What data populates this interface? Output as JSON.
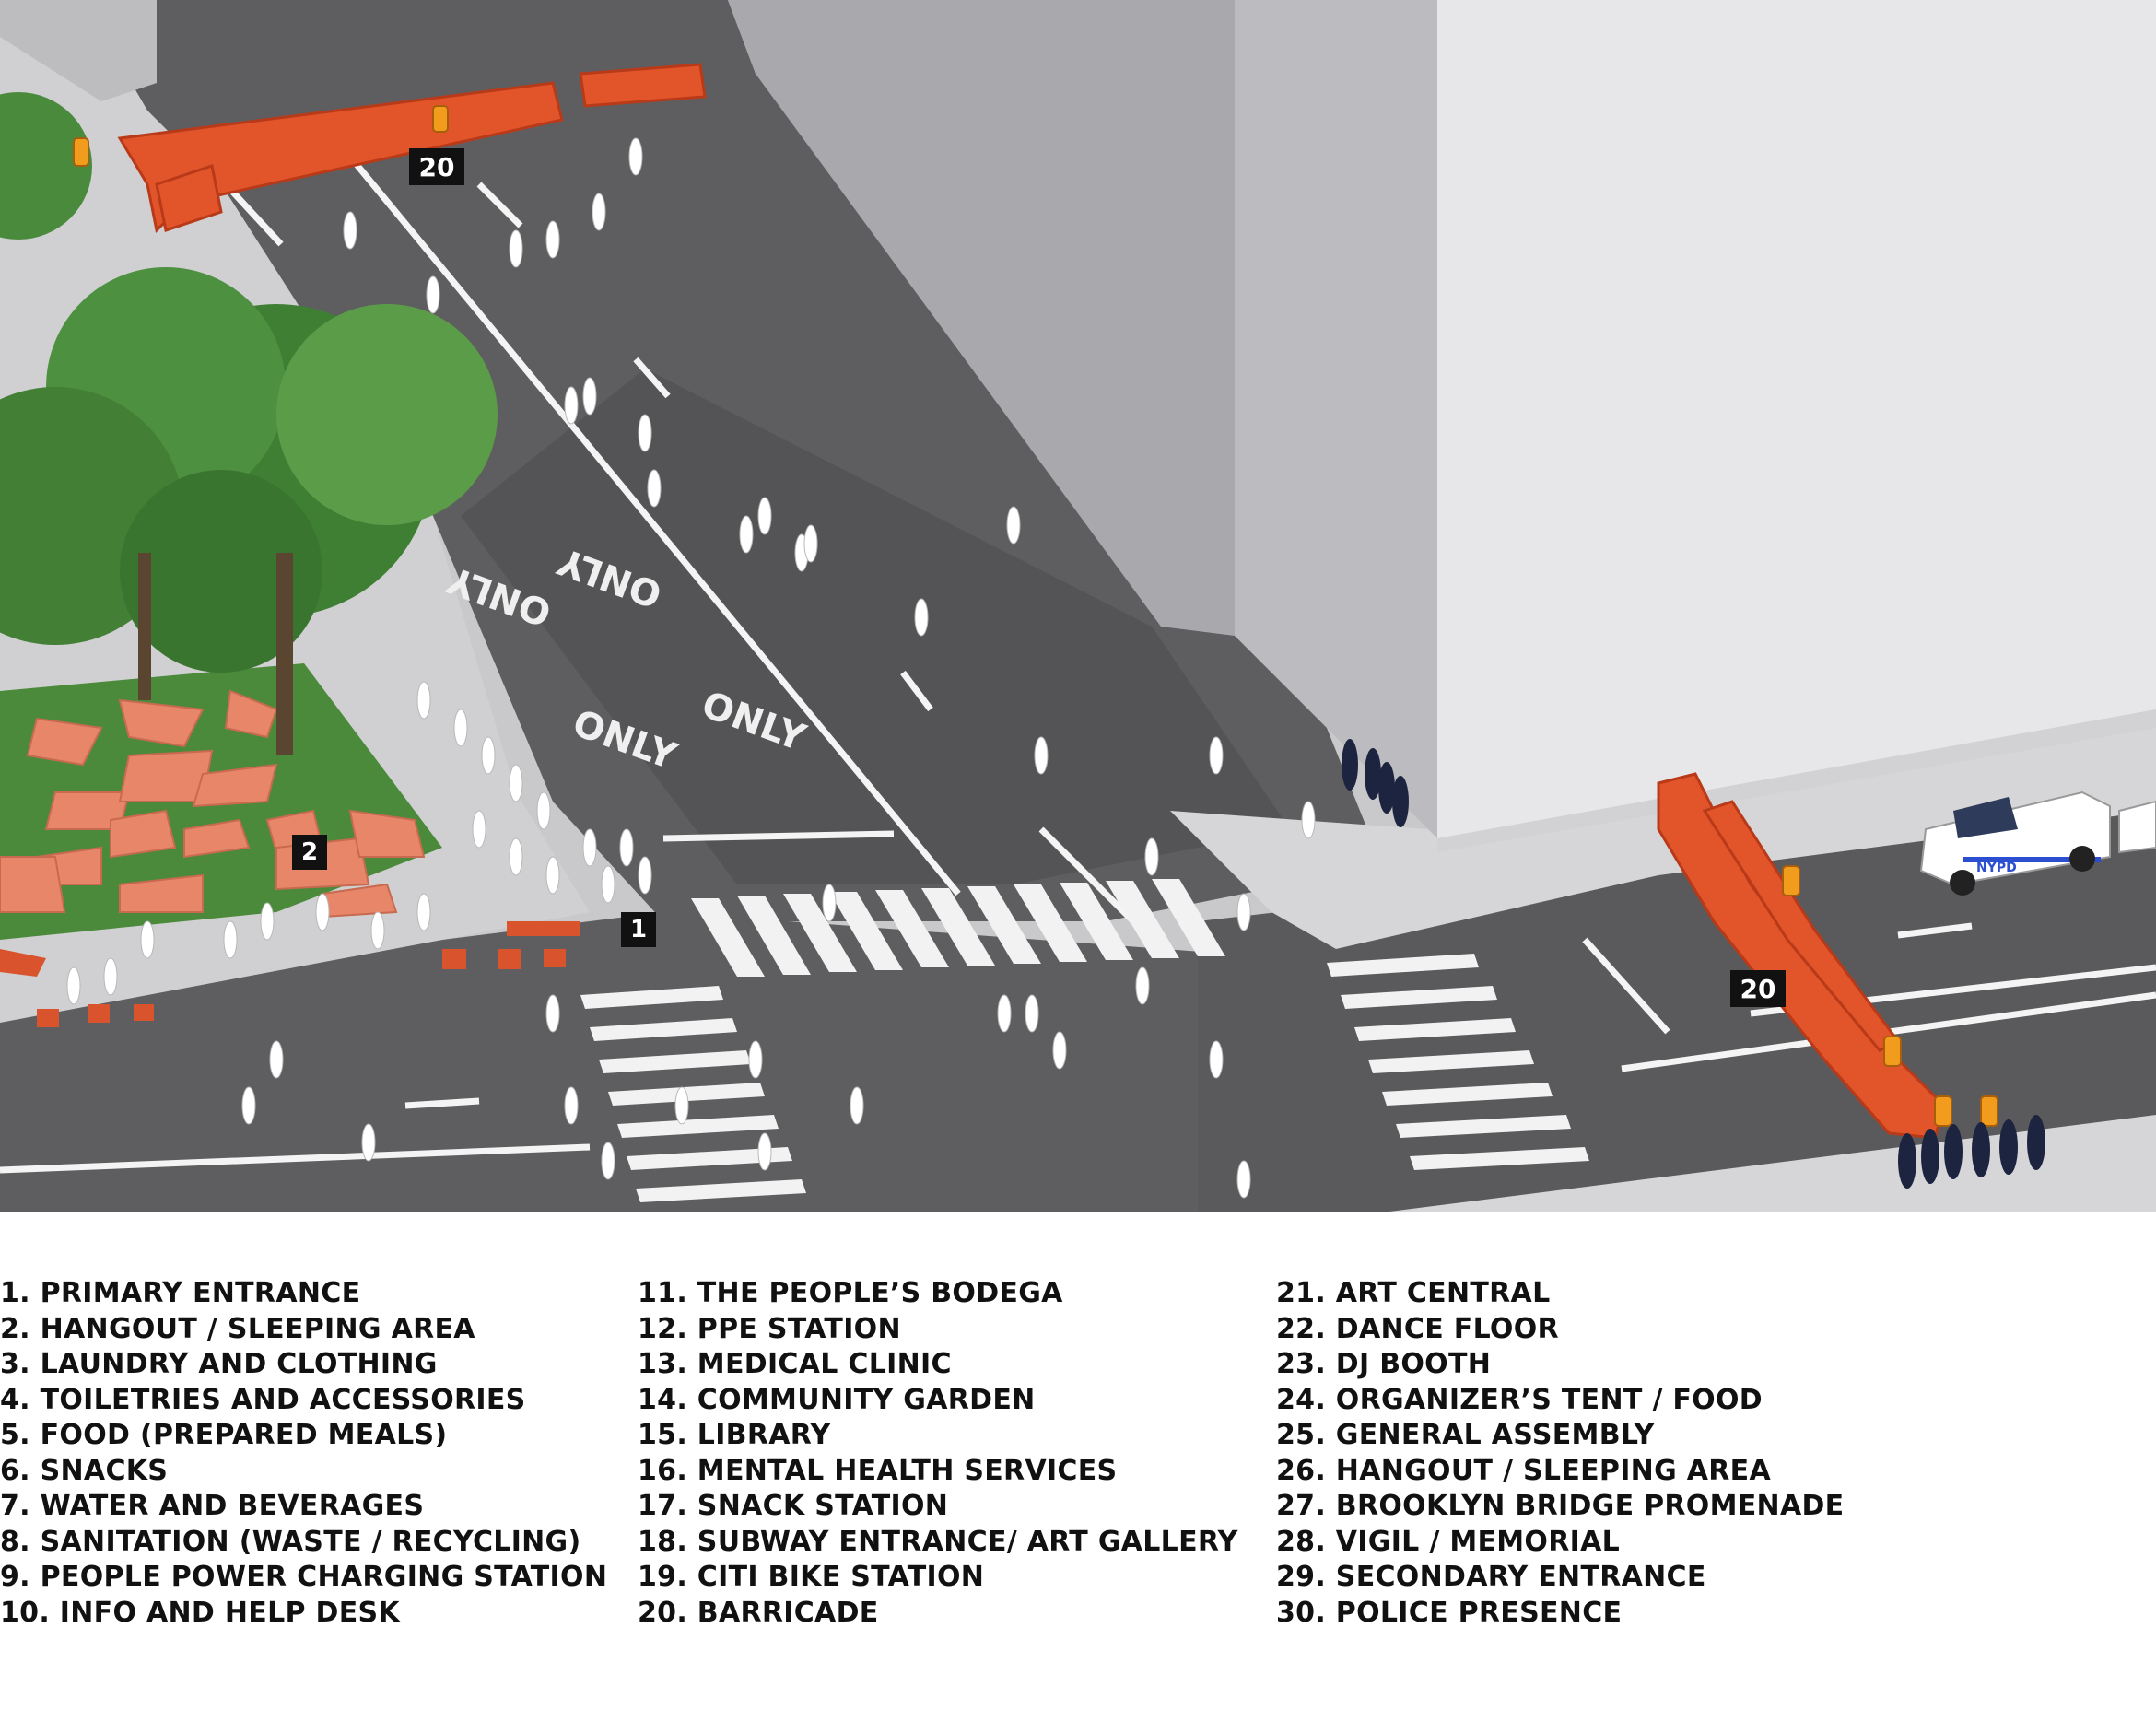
{
  "map": {
    "callouts": {
      "entrance": "1",
      "hangout": "2",
      "barricade_north": "20",
      "barricade_east": "20"
    },
    "road_markings": [
      "ONLY",
      "ONLY",
      "ONLY",
      "ONLY"
    ],
    "van_marking": "NYPD",
    "colors": {
      "barricade": "#e2542a",
      "tent": "#e8866a",
      "grass": "#4b8a3a",
      "road": "#5e5e60",
      "sidewalk": "#c9c9cb",
      "building": "#b5b5b9",
      "police": "#1d2440",
      "pedestrian": "#ffffff"
    }
  },
  "legend": {
    "columns": [
      [
        "1. PRIMARY ENTRANCE",
        "2. HANGOUT / SLEEPING AREA",
        "3. LAUNDRY AND CLOTHING",
        "4. TOILETRIES AND ACCESSORIES",
        "5. FOOD (PREPARED MEALS)",
        "6. SNACKS",
        "7. WATER AND BEVERAGES",
        "8. SANITATION (WASTE / RECYCLING)",
        "9. PEOPLE POWER CHARGING STATION",
        "10. INFO AND HELP DESK"
      ],
      [
        "11. THE PEOPLE’S BODEGA",
        "12. PPE STATION",
        "13. MEDICAL CLINIC",
        "14. COMMUNITY GARDEN",
        "15. LIBRARY",
        "16. MENTAL HEALTH SERVICES",
        "17. SNACK STATION",
        "18. SUBWAY ENTRANCE/ ART GALLERY",
        "19. CITI BIKE STATION",
        "20. BARRICADE"
      ],
      [
        "21. ART CENTRAL",
        "22. DANCE FLOOR",
        "23. DJ BOOTH",
        "24. ORGANIZER’S TENT / FOOD",
        "25. GENERAL ASSEMBLY",
        "26. HANGOUT / SLEEPING AREA",
        "27. BROOKLYN BRIDGE PROMENADE",
        "28. VIGIL / MEMORIAL",
        "29. SECONDARY ENTRANCE",
        "30. POLICE PRESENCE"
      ]
    ]
  }
}
